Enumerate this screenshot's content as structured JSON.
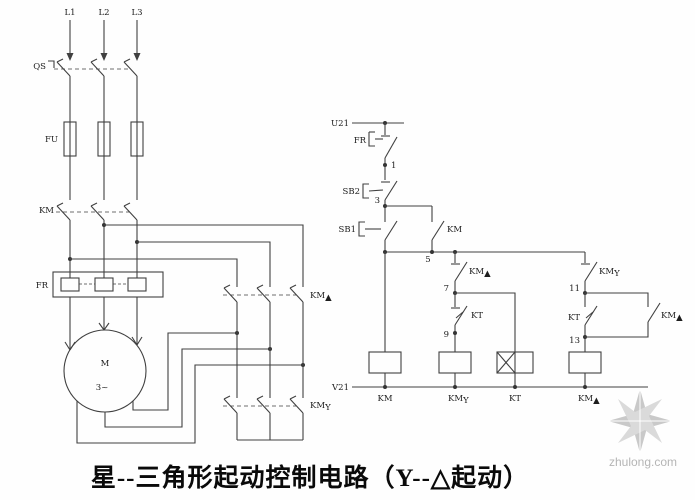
{
  "title": "星--三角形起动控制电路（Y--△起动）",
  "watermark": {
    "text": "zhulong.com"
  },
  "power": {
    "phase_l1": "L1",
    "phase_l2": "L2",
    "phase_l3": "L3",
    "qs": "QS",
    "fu": "FU",
    "km": "KM",
    "fr": "FR",
    "motor_m": "M",
    "motor_ph": "3~",
    "km_delta": {
      "base": "KM",
      "sub": "▲"
    },
    "km_star": {
      "base": "KM",
      "sub": "Y"
    }
  },
  "control": {
    "rail_top": "U21",
    "rail_bottom": "V21",
    "fr": "FR",
    "sb2": "SB2",
    "sb1": "SB1",
    "km_aux": "KM",
    "km_delta_nc": {
      "base": "KM",
      "sub": "▲"
    },
    "kt_nc": "KT",
    "km_star_nc": {
      "base": "KM",
      "sub": "Y"
    },
    "kt_no": "KT",
    "km_delta_no": {
      "base": "KM",
      "sub": "▲"
    },
    "nodes": {
      "n1": "1",
      "n3": "3",
      "n5": "5",
      "n7": "7",
      "n9": "9",
      "n11": "11",
      "n13": "13"
    },
    "coil_km": "KM",
    "coil_km_star": {
      "base": "KM",
      "sub": "Y"
    },
    "coil_kt": "KT",
    "coil_km_delta": {
      "base": "KM",
      "sub": "▲"
    }
  }
}
